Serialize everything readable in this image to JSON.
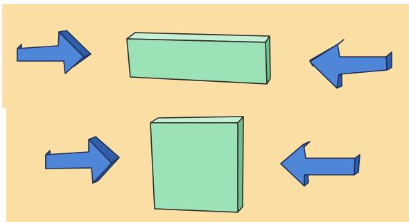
{
  "colors": {
    "background": "#FCDFA4",
    "page": "#FFFFFF",
    "arrow_fill": "#4F86D8",
    "arrow_side": "#2F5FA8",
    "arrow_outline": "#1E2E55",
    "block_front": "#9DE2B6",
    "block_top": "#C6F0D4",
    "block_side": "#6FBF90",
    "block_outline": "#2A2A2A"
  },
  "panels": [
    {
      "id": "top",
      "block": {
        "icon": "wide-short-block",
        "shape": "flat-wide"
      },
      "arrows": [
        {
          "icon": "arrow-right-icon",
          "direction": "right",
          "side": "left"
        },
        {
          "icon": "arrow-left-icon",
          "direction": "left",
          "side": "right"
        }
      ]
    },
    {
      "id": "bottom",
      "block": {
        "icon": "tall-square-block",
        "shape": "tall-square"
      },
      "arrows": [
        {
          "icon": "arrow-right-icon",
          "direction": "right",
          "side": "left"
        },
        {
          "icon": "arrow-left-icon",
          "direction": "left",
          "side": "right"
        }
      ]
    }
  ]
}
